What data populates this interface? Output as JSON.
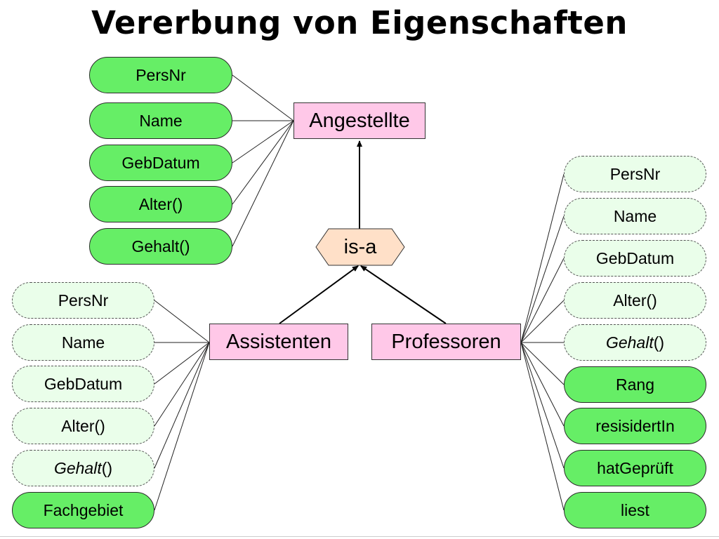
{
  "title": "Vererbung von Eigenschaften",
  "entities": {
    "angestellte": "Angestellte",
    "assistenten": "Assistenten",
    "professoren": "Professoren"
  },
  "isa": "is-a",
  "angestellte_attrs": [
    "PersNr",
    "Name",
    "GebDatum",
    "Alter()",
    "Gehalt()"
  ],
  "assistenten_attrs": {
    "persnr": "PersNr",
    "name": "Name",
    "gebdatum": "GebDatum",
    "alter": "Alter()",
    "gehalt_italic": "Gehalt",
    "gehalt_suffix": "()",
    "fachgebiet": "Fachgebiet"
  },
  "professoren_attrs": {
    "persnr": "PersNr",
    "name": "Name",
    "gebdatum": "GebDatum",
    "alter": "Alter()",
    "gehalt_italic": "Gehalt",
    "gehalt_suffix": "()",
    "rang": "Rang",
    "residiert": "resisidertIn",
    "hatgeprueft": "hatGeprüft",
    "liest": "liest"
  },
  "colors": {
    "own_attribute": "#66ee66",
    "inherited_attribute": "#eafeea",
    "entity": "#ffc8e8",
    "isa": "#ffe0c8"
  }
}
